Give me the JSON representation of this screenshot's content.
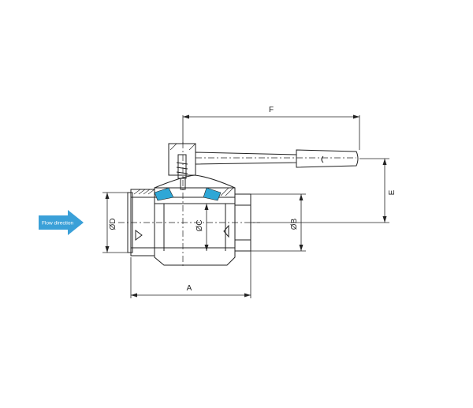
{
  "diagram": {
    "flow_label": "Flow direction",
    "dimensions": {
      "A": "A",
      "B": "ØB",
      "C": "ØC",
      "D": "ØD",
      "E": "E",
      "F": "F"
    },
    "colors": {
      "line": "#222222",
      "seat": "#2fa7d6",
      "arrow": "#3aa0d8",
      "background": "#ffffff"
    }
  }
}
